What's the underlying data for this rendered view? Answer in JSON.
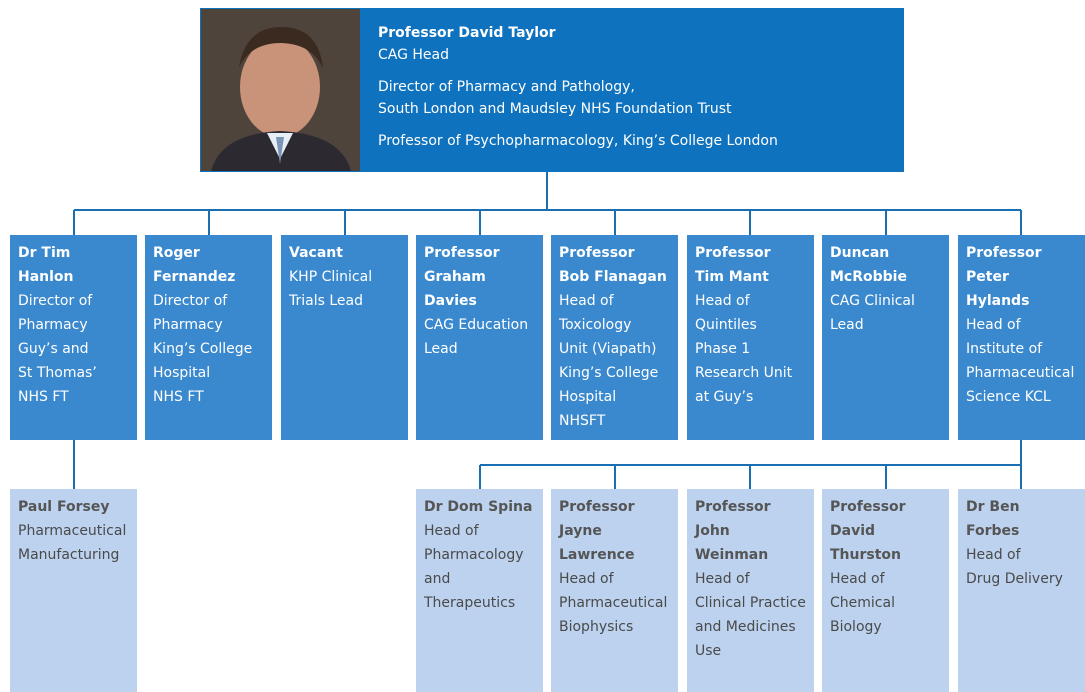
{
  "head": {
    "name": "Professor David Taylor",
    "role": "CAG Head",
    "position_line1": "Director of Pharmacy and Pathology,",
    "position_line2": "South London and Maudsley NHS Foundation Trust",
    "position_line3": "Professor of Psychopharmacology, King’s College London"
  },
  "level1": [
    {
      "name_lines": [
        "Dr Tim Hanlon"
      ],
      "title_lines": [
        "Director of",
        "Pharmacy",
        "Guy’s and",
        "St Thomas’",
        "NHS FT"
      ]
    },
    {
      "name_lines": [
        "Roger",
        "Fernandez"
      ],
      "title_lines": [
        "Director of",
        "Pharmacy",
        "King’s College",
        "Hospital",
        "NHS FT"
      ]
    },
    {
      "name_lines": [
        "Vacant"
      ],
      "title_lines": [
        "KHP Clinical",
        "Trials Lead"
      ]
    },
    {
      "name_lines": [
        "Professor",
        "Graham Davies"
      ],
      "title_lines": [
        "CAG Education",
        "Lead"
      ]
    },
    {
      "name_lines": [
        "Professor",
        "Bob Flanagan"
      ],
      "title_lines": [
        "Head of",
        "Toxicology",
        "Unit (Viapath)",
        "King’s College",
        "Hospital",
        "NHSFT"
      ]
    },
    {
      "name_lines": [
        "Professor",
        "Tim Mant"
      ],
      "title_lines": [
        "Head of",
        "Quintiles",
        "Phase 1",
        "Research Unit",
        "at Guy’s"
      ]
    },
    {
      "name_lines": [
        "Duncan",
        "McRobbie"
      ],
      "title_lines": [
        "CAG Clinical",
        "Lead"
      ]
    },
    {
      "name_lines": [
        "Professor",
        "Peter Hylands"
      ],
      "title_lines": [
        "Head of",
        "Institute of",
        "Pharmaceutical",
        "Science KCL"
      ]
    }
  ],
  "level2": [
    {
      "name_lines": [
        "Paul Forsey"
      ],
      "title_lines": [
        "Pharmaceutical",
        "Manufacturing"
      ]
    },
    {
      "name_lines": [
        "Dr Dom Spina"
      ],
      "title_lines": [
        "Head of",
        "Pharmacology",
        "and",
        "Therapeutics"
      ]
    },
    {
      "name_lines": [
        "Professor",
        "Jayne",
        "Lawrence"
      ],
      "title_lines": [
        "Head of",
        "Pharmaceutical",
        "Biophysics"
      ]
    },
    {
      "name_lines": [
        "Professor",
        "John",
        "Weinman"
      ],
      "title_lines": [
        "Head of",
        "Clinical Practice",
        "and Medicines",
        "Use"
      ]
    },
    {
      "name_lines": [
        "Professor",
        "David",
        "Thurston"
      ],
      "title_lines": [
        "Head of",
        "Chemical",
        "Biology"
      ]
    },
    {
      "name_lines": [
        "Dr Ben Forbes"
      ],
      "title_lines": [
        "Head of",
        "Drug Delivery"
      ]
    }
  ],
  "colors": {
    "head_box": "#0e72be",
    "level1_box": "#3a89cf",
    "level2_box": "#bcd2ee",
    "connector": "#1a6fb3"
  }
}
